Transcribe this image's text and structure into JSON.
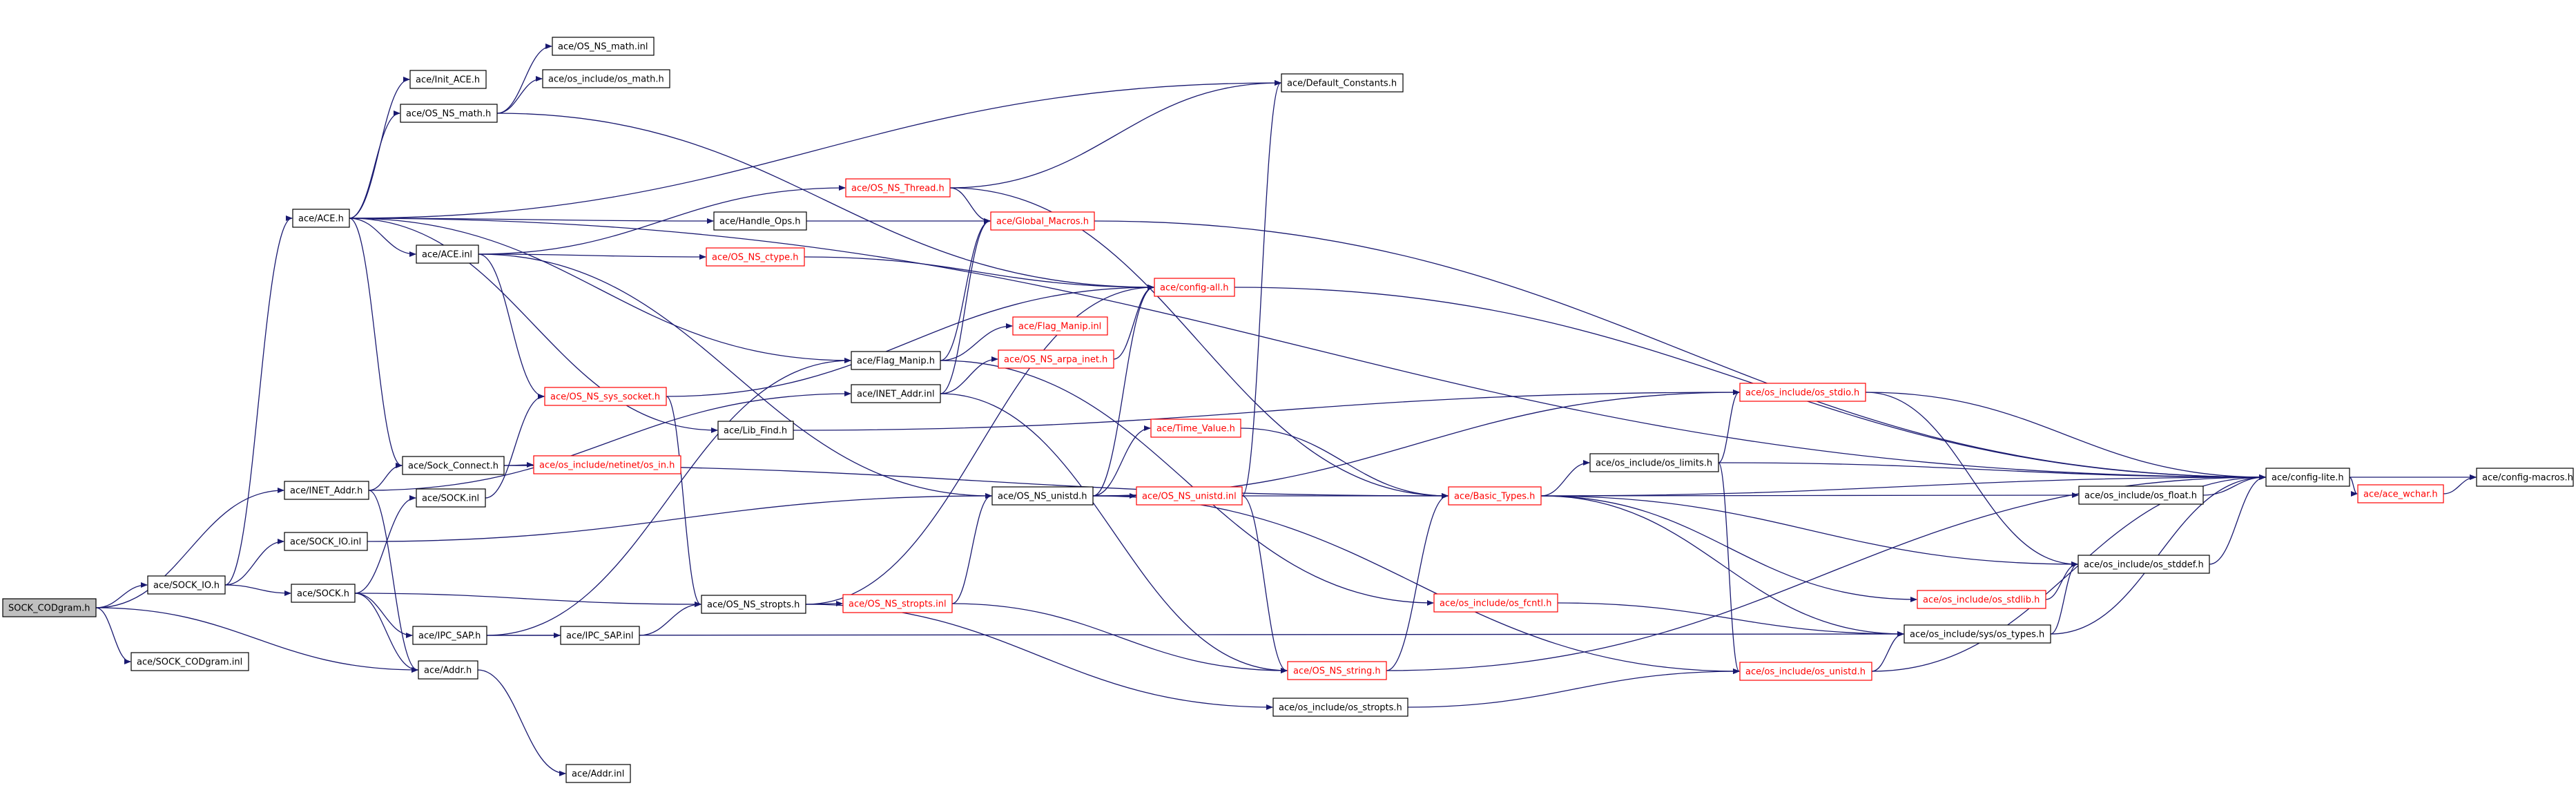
{
  "diagram": {
    "colors": {
      "edge": "#191970",
      "node_border": "#000000",
      "truncated_border": "#ff0000",
      "root_fill": "#bfbfbf"
    },
    "nodes": [
      {
        "id": "n_sock_codgram_h",
        "label": "SOCK_CODgram.h",
        "kind": "root"
      },
      {
        "id": "n_sock_codgram_inl",
        "label": "ace/SOCK_CODgram.inl",
        "kind": "normal"
      },
      {
        "id": "n_sock_io_h",
        "label": "ace/SOCK_IO.h",
        "kind": "normal"
      },
      {
        "id": "n_inet_addr_h",
        "label": "ace/INET_Addr.h",
        "kind": "normal"
      },
      {
        "id": "n_ace_h",
        "label": "ace/ACE.h",
        "kind": "normal"
      },
      {
        "id": "n_sock_io_inl",
        "label": "ace/SOCK_IO.inl",
        "kind": "normal"
      },
      {
        "id": "n_sock_h",
        "label": "ace/SOCK.h",
        "kind": "normal"
      },
      {
        "id": "n_init_ace_h",
        "label": "ace/Init_ACE.h",
        "kind": "normal"
      },
      {
        "id": "n_os_ns_math_h",
        "label": "ace/OS_NS_math.h",
        "kind": "normal"
      },
      {
        "id": "n_ace_inl",
        "label": "ace/ACE.inl",
        "kind": "normal"
      },
      {
        "id": "n_sock_connect_h",
        "label": "ace/Sock_Connect.h",
        "kind": "normal"
      },
      {
        "id": "n_sock_inl",
        "label": "ace/SOCK.inl",
        "kind": "normal"
      },
      {
        "id": "n_ipc_sap_h",
        "label": "ace/IPC_SAP.h",
        "kind": "normal"
      },
      {
        "id": "n_addr_h",
        "label": "ace/Addr.h",
        "kind": "normal"
      },
      {
        "id": "n_addr_inl",
        "label": "ace/Addr.inl",
        "kind": "normal"
      },
      {
        "id": "n_os_ns_math_inl",
        "label": "ace/OS_NS_math.inl",
        "kind": "normal"
      },
      {
        "id": "n_os_math_h",
        "label": "ace/os_include/os_math.h",
        "kind": "normal"
      },
      {
        "id": "n_os_ns_sys_socket_h",
        "label": "ace/OS_NS_sys_socket.h",
        "kind": "truncated"
      },
      {
        "id": "n_os_in_h",
        "label": "ace/os_include/netinet/os_in.h",
        "kind": "truncated"
      },
      {
        "id": "n_ipc_sap_inl",
        "label": "ace/IPC_SAP.inl",
        "kind": "normal"
      },
      {
        "id": "n_handle_ops_h",
        "label": "ace/Handle_Ops.h",
        "kind": "normal"
      },
      {
        "id": "n_lib_find_h",
        "label": "ace/Lib_Find.h",
        "kind": "normal"
      },
      {
        "id": "n_os_ns_stropts_h",
        "label": "ace/OS_NS_stropts.h",
        "kind": "normal"
      },
      {
        "id": "n_os_ns_thread_h",
        "label": "ace/OS_NS_Thread.h",
        "kind": "truncated"
      },
      {
        "id": "n_os_ns_ctype_h",
        "label": "ace/OS_NS_ctype.h",
        "kind": "truncated"
      },
      {
        "id": "n_flag_manip_h",
        "label": "ace/Flag_Manip.h",
        "kind": "normal"
      },
      {
        "id": "n_inet_addr_inl",
        "label": "ace/INET_Addr.inl",
        "kind": "normal"
      },
      {
        "id": "n_os_ns_stropts_inl",
        "label": "ace/OS_NS_stropts.inl",
        "kind": "truncated"
      },
      {
        "id": "n_os_ns_unistd_h",
        "label": "ace/OS_NS_unistd.h",
        "kind": "normal"
      },
      {
        "id": "n_os_stropts_h",
        "label": "ace/os_include/os_stropts.h",
        "kind": "normal"
      },
      {
        "id": "n_global_macros_h",
        "label": "ace/Global_Macros.h",
        "kind": "truncated"
      },
      {
        "id": "n_flag_manip_inl",
        "label": "ace/Flag_Manip.inl",
        "kind": "truncated"
      },
      {
        "id": "n_os_ns_arpa_inet_h",
        "label": "ace/OS_NS_arpa_inet.h",
        "kind": "truncated"
      },
      {
        "id": "n_config_all_h",
        "label": "ace/config-all.h",
        "kind": "truncated"
      },
      {
        "id": "n_time_value_h",
        "label": "ace/Time_Value.h",
        "kind": "truncated"
      },
      {
        "id": "n_os_ns_unistd_inl",
        "label": "ace/OS_NS_unistd.inl",
        "kind": "truncated"
      },
      {
        "id": "n_os_ns_string_h",
        "label": "ace/OS_NS_string.h",
        "kind": "truncated"
      },
      {
        "id": "n_default_constants_h",
        "label": "ace/Default_Constants.h",
        "kind": "normal"
      },
      {
        "id": "n_basic_types_h",
        "label": "ace/Basic_Types.h",
        "kind": "truncated"
      },
      {
        "id": "n_os_fcntl_h",
        "label": "ace/os_include/os_fcntl.h",
        "kind": "truncated"
      },
      {
        "id": "n_os_limits_h",
        "label": "ace/os_include/os_limits.h",
        "kind": "normal"
      },
      {
        "id": "n_os_stdio_h",
        "label": "ace/os_include/os_stdio.h",
        "kind": "truncated"
      },
      {
        "id": "n_os_unistd_h",
        "label": "ace/os_include/os_unistd.h",
        "kind": "truncated"
      },
      {
        "id": "n_os_stdlib_h",
        "label": "ace/os_include/os_stdlib.h",
        "kind": "truncated"
      },
      {
        "id": "n_os_types_h",
        "label": "ace/os_include/sys/os_types.h",
        "kind": "normal"
      },
      {
        "id": "n_os_float_h",
        "label": "ace/os_include/os_float.h",
        "kind": "normal"
      },
      {
        "id": "n_os_stddef_h",
        "label": "ace/os_include/os_stddef.h",
        "kind": "normal"
      },
      {
        "id": "n_config_lite_h",
        "label": "ace/config-lite.h",
        "kind": "normal"
      },
      {
        "id": "n_ace_wchar_h",
        "label": "ace/ace_wchar.h",
        "kind": "truncated"
      },
      {
        "id": "n_config_macros_h",
        "label": "ace/config-macros.h",
        "kind": "normal"
      }
    ],
    "edges": [
      [
        "n_sock_codgram_h",
        "n_sock_codgram_inl"
      ],
      [
        "n_sock_codgram_h",
        "n_sock_io_h"
      ],
      [
        "n_sock_codgram_h",
        "n_inet_addr_h"
      ],
      [
        "n_sock_codgram_h",
        "n_addr_h"
      ],
      [
        "n_sock_io_h",
        "n_sock_io_inl"
      ],
      [
        "n_sock_io_h",
        "n_sock_h"
      ],
      [
        "n_sock_io_h",
        "n_ace_h"
      ],
      [
        "n_sock_io_inl",
        "n_os_ns_unistd_h"
      ],
      [
        "n_inet_addr_h",
        "n_sock_connect_h"
      ],
      [
        "n_inet_addr_h",
        "n_addr_h"
      ],
      [
        "n_inet_addr_h",
        "n_inet_addr_inl"
      ],
      [
        "n_sock_h",
        "n_sock_inl"
      ],
      [
        "n_sock_h",
        "n_ipc_sap_h"
      ],
      [
        "n_sock_h",
        "n_addr_h"
      ],
      [
        "n_sock_h",
        "n_os_ns_stropts_h"
      ],
      [
        "n_sock_inl",
        "n_os_ns_sys_socket_h"
      ],
      [
        "n_ipc_sap_h",
        "n_ipc_sap_inl"
      ],
      [
        "n_ipc_sap_h",
        "n_flag_manip_h"
      ],
      [
        "n_ipc_sap_h",
        "n_os_types_h"
      ],
      [
        "n_ipc_sap_inl",
        "n_os_ns_stropts_h"
      ],
      [
        "n_addr_h",
        "n_addr_inl"
      ],
      [
        "n_ace_h",
        "n_init_ace_h"
      ],
      [
        "n_ace_h",
        "n_os_ns_math_h"
      ],
      [
        "n_ace_h",
        "n_ace_inl"
      ],
      [
        "n_ace_h",
        "n_sock_connect_h"
      ],
      [
        "n_ace_h",
        "n_handle_ops_h"
      ],
      [
        "n_ace_h",
        "n_lib_find_h"
      ],
      [
        "n_ace_h",
        "n_flag_manip_h"
      ],
      [
        "n_ace_h",
        "n_default_constants_h"
      ],
      [
        "n_ace_h",
        "n_config_lite_h"
      ],
      [
        "n_os_ns_math_h",
        "n_os_ns_math_inl"
      ],
      [
        "n_os_ns_math_h",
        "n_os_math_h"
      ],
      [
        "n_os_ns_math_h",
        "n_config_all_h"
      ],
      [
        "n_ace_inl",
        "n_os_ns_sys_socket_h"
      ],
      [
        "n_ace_inl",
        "n_os_ns_thread_h"
      ],
      [
        "n_ace_inl",
        "n_os_ns_ctype_h"
      ],
      [
        "n_ace_inl",
        "n_os_ns_unistd_h"
      ],
      [
        "n_sock_connect_h",
        "n_os_in_h"
      ],
      [
        "n_sock_connect_h",
        "n_basic_types_h"
      ],
      [
        "n_os_ns_sys_socket_h",
        "n_os_ns_stropts_h"
      ],
      [
        "n_os_ns_sys_socket_h",
        "n_config_all_h"
      ],
      [
        "n_handle_ops_h",
        "n_global_macros_h"
      ],
      [
        "n_lib_find_h",
        "n_os_stdio_h"
      ],
      [
        "n_os_ns_thread_h",
        "n_global_macros_h"
      ],
      [
        "n_os_ns_thread_h",
        "n_default_constants_h"
      ],
      [
        "n_os_ns_thread_h",
        "n_basic_types_h"
      ],
      [
        "n_os_ns_ctype_h",
        "n_config_all_h"
      ],
      [
        "n_flag_manip_h",
        "n_flag_manip_inl"
      ],
      [
        "n_flag_manip_h",
        "n_global_macros_h"
      ],
      [
        "n_flag_manip_h",
        "n_os_fcntl_h"
      ],
      [
        "n_inet_addr_inl",
        "n_os_ns_arpa_inet_h"
      ],
      [
        "n_inet_addr_inl",
        "n_global_macros_h"
      ],
      [
        "n_inet_addr_inl",
        "n_os_ns_string_h"
      ],
      [
        "n_os_ns_stropts_h",
        "n_os_ns_stropts_inl"
      ],
      [
        "n_os_ns_stropts_h",
        "n_os_stropts_h"
      ],
      [
        "n_os_ns_stropts_h",
        "n_config_all_h"
      ],
      [
        "n_os_ns_stropts_inl",
        "n_os_ns_unistd_h"
      ],
      [
        "n_os_ns_stropts_inl",
        "n_os_ns_string_h"
      ],
      [
        "n_os_ns_unistd_h",
        "n_config_all_h"
      ],
      [
        "n_os_ns_unistd_h",
        "n_time_value_h"
      ],
      [
        "n_os_ns_unistd_h",
        "n_os_ns_unistd_inl"
      ],
      [
        "n_os_ns_unistd_h",
        "n_basic_types_h"
      ],
      [
        "n_os_ns_unistd_h",
        "n_os_unistd_h"
      ],
      [
        "n_os_ns_unistd_h",
        "n_os_stdio_h"
      ],
      [
        "n_os_ns_unistd_inl",
        "n_os_ns_string_h"
      ],
      [
        "n_os_ns_unistd_inl",
        "n_default_constants_h"
      ],
      [
        "n_os_ns_arpa_inet_h",
        "n_config_all_h"
      ],
      [
        "n_global_macros_h",
        "n_config_lite_h"
      ],
      [
        "n_config_all_h",
        "n_config_lite_h"
      ],
      [
        "n_time_value_h",
        "n_basic_types_h"
      ],
      [
        "n_os_ns_string_h",
        "n_basic_types_h"
      ],
      [
        "n_os_ns_string_h",
        "n_config_lite_h"
      ],
      [
        "n_os_stropts_h",
        "n_os_unistd_h"
      ],
      [
        "n_basic_types_h",
        "n_os_limits_h"
      ],
      [
        "n_basic_types_h",
        "n_os_float_h"
      ],
      [
        "n_basic_types_h",
        "n_os_stdlib_h"
      ],
      [
        "n_basic_types_h",
        "n_os_stddef_h"
      ],
      [
        "n_basic_types_h",
        "n_os_types_h"
      ],
      [
        "n_basic_types_h",
        "n_config_lite_h"
      ],
      [
        "n_os_fcntl_h",
        "n_os_types_h"
      ],
      [
        "n_os_limits_h",
        "n_os_unistd_h"
      ],
      [
        "n_os_limits_h",
        "n_config_lite_h"
      ],
      [
        "n_os_limits_h",
        "n_os_stdio_h"
      ],
      [
        "n_os_stdio_h",
        "n_config_lite_h"
      ],
      [
        "n_os_stdio_h",
        "n_os_stddef_h"
      ],
      [
        "n_os_unistd_h",
        "n_os_types_h"
      ],
      [
        "n_os_unistd_h",
        "n_config_lite_h"
      ],
      [
        "n_os_stdlib_h",
        "n_os_stddef_h"
      ],
      [
        "n_os_types_h",
        "n_os_stddef_h"
      ],
      [
        "n_os_types_h",
        "n_config_lite_h"
      ],
      [
        "n_os_float_h",
        "n_config_lite_h"
      ],
      [
        "n_os_stddef_h",
        "n_config_lite_h"
      ],
      [
        "n_config_lite_h",
        "n_ace_wchar_h"
      ],
      [
        "n_config_lite_h",
        "n_config_macros_h"
      ],
      [
        "n_ace_wchar_h",
        "n_config_macros_h"
      ]
    ]
  }
}
